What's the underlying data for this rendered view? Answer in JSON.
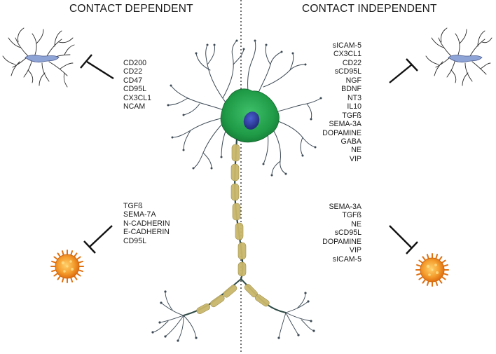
{
  "headings": {
    "left": "CONTACT DEPENDENT",
    "right": "CONTACT INDEPENDENT"
  },
  "microglia_contact_dependent": [
    "CD200",
    "CD22",
    "CD47",
    "CD95L",
    "CX3CL1",
    "NCAM"
  ],
  "microglia_contact_independent": [
    "sICAM-5",
    "CX3CL1",
    "CD22",
    "sCD95L",
    "NGF",
    "BDNF",
    "NT3",
    "IL10",
    "TGFß",
    "SEMA-3A",
    "DOPAMINE",
    "GABA",
    "NE",
    "VIP"
  ],
  "tcell_contact_dependent": [
    "TGFß",
    "SEMA-7A",
    "N-CADHERIN",
    "E-CADHERIN",
    "CD95L"
  ],
  "tcell_contact_independent": [
    "SEMA-3A",
    "TGFß",
    "NE",
    "sCD95L",
    "DOPAMINE",
    "VIP",
    "sICAM-5"
  ],
  "colors": {
    "soma": "#1f9a46",
    "nucleus": "#2e3fa8",
    "myelin": "#c9b76a",
    "tcell": "#f28a1e",
    "microglia_body": "#8fa4d6",
    "ink": "#1a1a1a"
  },
  "icons": {
    "neuron": "neuron-icon",
    "microglia": "microglia-icon",
    "tcell": "t-cell-icon",
    "inhibition": "inhibition-arrow-icon"
  }
}
